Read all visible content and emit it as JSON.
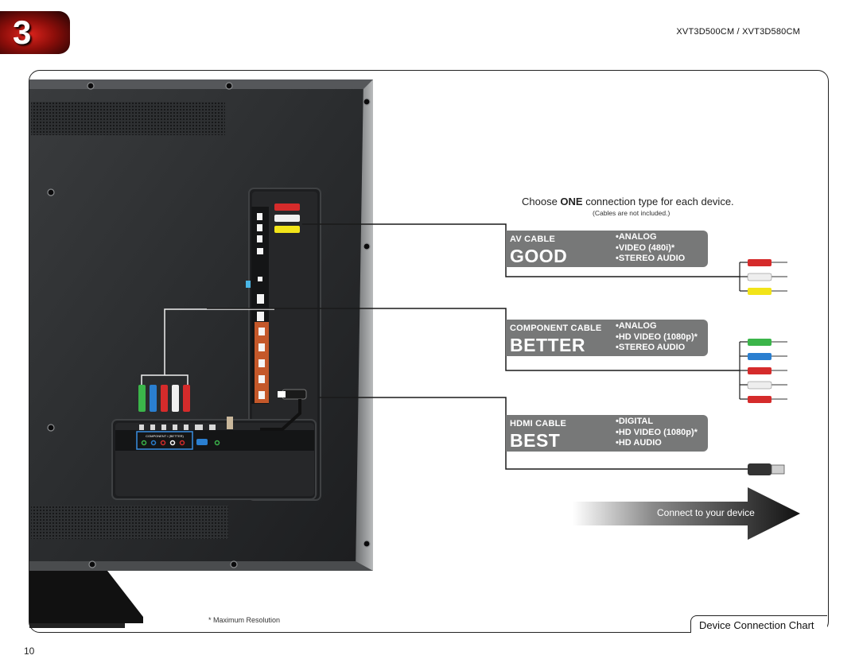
{
  "header": {
    "chapter": "3",
    "model": "XVT3D500CM / XVT3D580CM"
  },
  "instructions": {
    "choose_prefix": "Choose ",
    "choose_emphasis": "ONE",
    "choose_suffix": " connection type for each device.",
    "note": "(Cables are not included.)"
  },
  "options": [
    {
      "cable": "AV CABLE",
      "rating": "GOOD",
      "features": [
        "ANALOG",
        "VIDEO (480i)*",
        "STEREO AUDIO"
      ]
    },
    {
      "cable": "COMPONENT CABLE",
      "rating": "BETTER",
      "features": [
        "ANALOG",
        "HD VIDEO (1080p)*",
        "STEREO AUDIO"
      ]
    },
    {
      "cable": "HDMI CABLE",
      "rating": "BEST",
      "features": [
        "DIGITAL",
        "HD VIDEO (1080p)*",
        "HD AUDIO"
      ]
    }
  ],
  "arrow_label": "Connect to your device",
  "footnote": "* Maximum Resolution",
  "chart_title": "Device Connection Chart",
  "page_number": "10",
  "tv_panel": {
    "component_label": "COMPONENT / (BETTER)"
  },
  "colors": {
    "box_gray": "#777878",
    "badge_red": "#c8201b",
    "tv_dark": "#2d2f31",
    "connector_green": "#3bb54a",
    "connector_blue": "#2a7fd0",
    "connector_red": "#d52b2b",
    "connector_yellow": "#f2e419"
  }
}
